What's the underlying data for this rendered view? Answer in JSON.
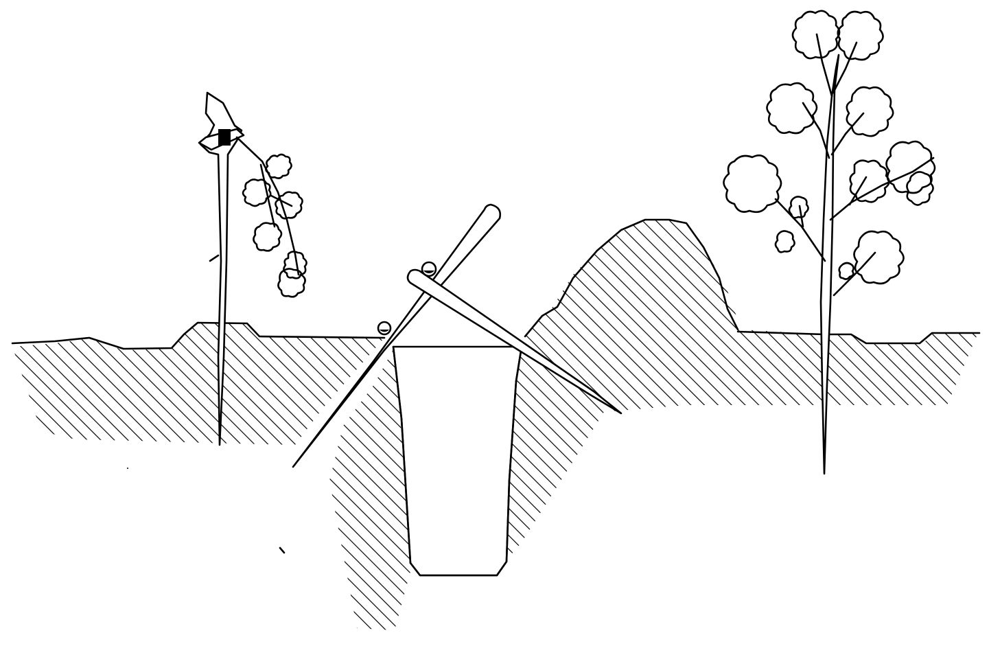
{
  "illustration": {
    "kind": "line-drawing",
    "style": "black ink on white, diagonal hatching marks soil cross-section",
    "elements": [
      "left-cut-stake-with-hanging-branch",
      "central-pit",
      "two-crossed-poles",
      "earth-mound",
      "right-sapling-tree"
    ]
  },
  "colors": {
    "ink": "#000000",
    "paper": "#ffffff"
  }
}
